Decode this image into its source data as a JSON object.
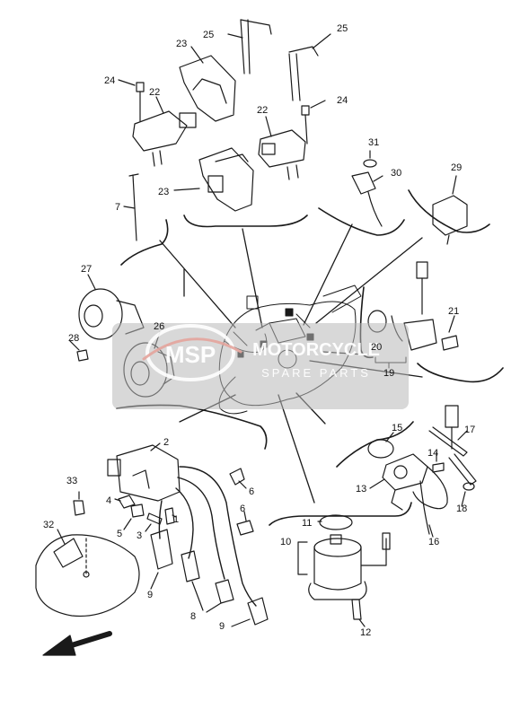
{
  "diagram": {
    "callouts": [
      {
        "id": "c25a",
        "text": "25"
      },
      {
        "id": "c25b",
        "text": "25"
      },
      {
        "id": "c23a",
        "text": "23"
      },
      {
        "id": "c24a",
        "text": "24"
      },
      {
        "id": "c22a",
        "text": "22"
      },
      {
        "id": "c22b",
        "text": "22"
      },
      {
        "id": "c24b",
        "text": "24"
      },
      {
        "id": "c31",
        "text": "31"
      },
      {
        "id": "c30",
        "text": "30"
      },
      {
        "id": "c29",
        "text": "29"
      },
      {
        "id": "c23b",
        "text": "23"
      },
      {
        "id": "c7",
        "text": "7"
      },
      {
        "id": "c27",
        "text": "27"
      },
      {
        "id": "c26",
        "text": "26"
      },
      {
        "id": "c28",
        "text": "28"
      },
      {
        "id": "c21",
        "text": "21"
      },
      {
        "id": "c20",
        "text": "20"
      },
      {
        "id": "c19",
        "text": "19"
      },
      {
        "id": "c15",
        "text": "15"
      },
      {
        "id": "c17",
        "text": "17"
      },
      {
        "id": "c14",
        "text": "14"
      },
      {
        "id": "c13",
        "text": "13"
      },
      {
        "id": "c18",
        "text": "18"
      },
      {
        "id": "c16",
        "text": "16"
      },
      {
        "id": "c2",
        "text": "2"
      },
      {
        "id": "c33",
        "text": "33"
      },
      {
        "id": "c6a",
        "text": "6"
      },
      {
        "id": "c4",
        "text": "4"
      },
      {
        "id": "c1",
        "text": "1"
      },
      {
        "id": "c5",
        "text": "5"
      },
      {
        "id": "c3",
        "text": "3"
      },
      {
        "id": "c6b",
        "text": "6"
      },
      {
        "id": "c32",
        "text": "32"
      },
      {
        "id": "c11",
        "text": "11"
      },
      {
        "id": "c10",
        "text": "10"
      },
      {
        "id": "c9a",
        "text": "9"
      },
      {
        "id": "c8",
        "text": "8"
      },
      {
        "id": "c9b",
        "text": "9"
      },
      {
        "id": "c12",
        "text": "12"
      }
    ]
  },
  "watermark": {
    "logo_text": "MSP",
    "brand_text": "MOTORCYCLE",
    "sub_text": "SPARE PARTS",
    "color": "#b03a2e"
  }
}
